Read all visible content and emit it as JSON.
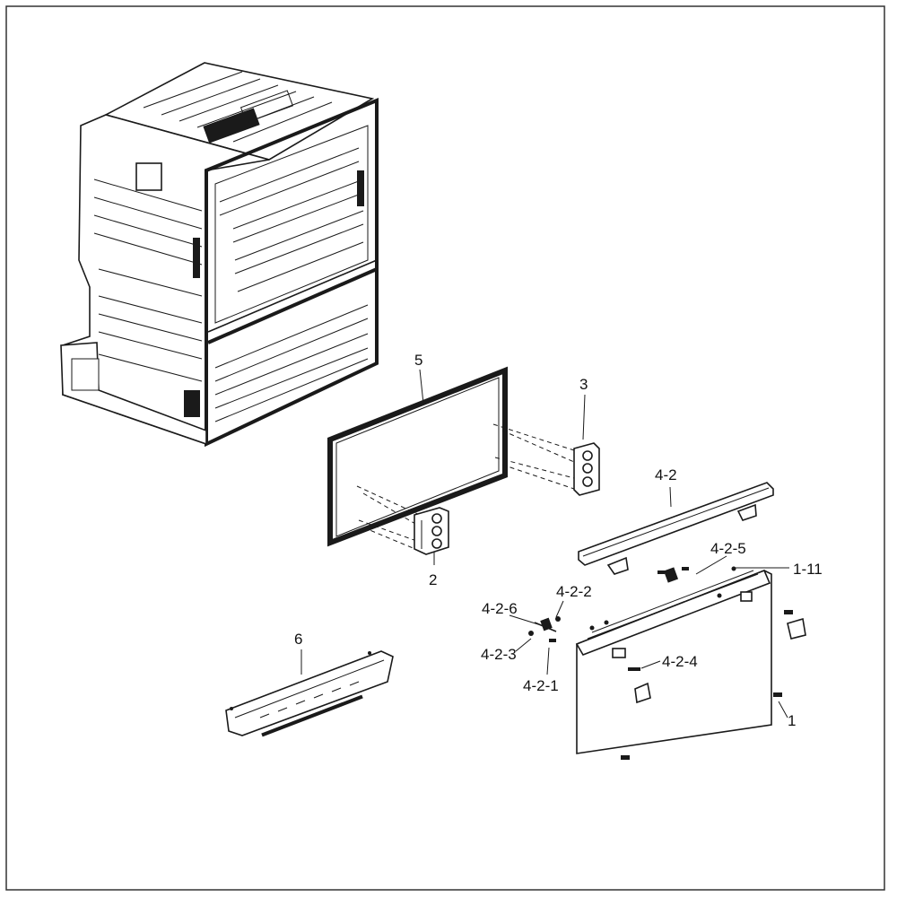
{
  "callouts": {
    "c1": "1",
    "c1_11": "1-11",
    "c2": "2",
    "c3": "3",
    "c4_2": "4-2",
    "c4_2_1": "4-2-1",
    "c4_2_2": "4-2-2",
    "c4_2_3": "4-2-3",
    "c4_2_4": "4-2-4",
    "c4_2_5": "4-2-5",
    "c4_2_6": "4-2-6",
    "c5": "5",
    "c6": "6"
  }
}
